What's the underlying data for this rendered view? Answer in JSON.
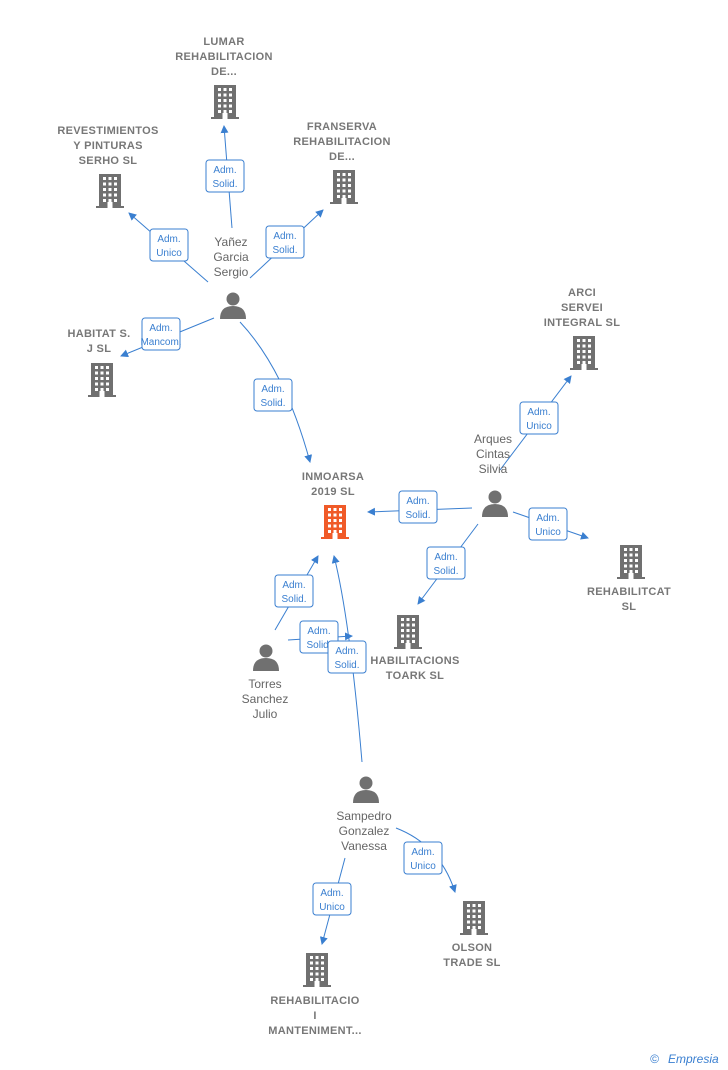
{
  "colors": {
    "edge": "#3a7fd0",
    "building": "#707070",
    "focus_building": "#f05a28",
    "person": "#707070"
  },
  "icons": {
    "company": "building-icon",
    "person": "person-icon"
  },
  "focus": {
    "lines": [
      "INMOARSA",
      "2019  SL"
    ]
  },
  "companies": [
    {
      "id": "lumar",
      "lines": [
        "LUMAR",
        "REHABILITACION",
        "DE..."
      ]
    },
    {
      "id": "revestimientos",
      "lines": [
        "REVESTIMIENTOS",
        "Y PINTURAS",
        "SERHO  SL"
      ]
    },
    {
      "id": "franserva",
      "lines": [
        "FRANSERVA",
        "REHABILITACION",
        "DE..."
      ]
    },
    {
      "id": "habitat",
      "lines": [
        "HABITAT S.",
        "J  SL"
      ]
    },
    {
      "id": "arci",
      "lines": [
        "ARCI",
        "SERVEI",
        "INTEGRAL SL"
      ]
    },
    {
      "id": "rehabilitcat",
      "lines": [
        "REHABILITCAT",
        "SL"
      ]
    },
    {
      "id": "toark",
      "lines": [
        "HABILITACIONS",
        "TOARK  SL"
      ]
    },
    {
      "id": "olson",
      "lines": [
        "OLSON",
        "TRADE  SL"
      ]
    },
    {
      "id": "rehabilitacio",
      "lines": [
        "REHABILITACIO",
        "I",
        "MANTENIMENT..."
      ]
    }
  ],
  "persons": [
    {
      "id": "yanez",
      "lines": [
        "Yañez",
        "Garcia",
        "Sergio"
      ]
    },
    {
      "id": "arques",
      "lines": [
        "Arques",
        "Cintas",
        "Silvia"
      ]
    },
    {
      "id": "torres",
      "lines": [
        "Torres",
        "Sanchez",
        "Julio"
      ]
    },
    {
      "id": "sampedro",
      "lines": [
        "Sampedro",
        "Gonzalez",
        "Vanessa"
      ]
    }
  ],
  "edges": [
    {
      "id": "yanez-lumar",
      "role": [
        "Adm.",
        "Solid."
      ]
    },
    {
      "id": "yanez-revest",
      "role": [
        "Adm.",
        "Unico"
      ]
    },
    {
      "id": "yanez-franserva",
      "role": [
        "Adm.",
        "Solid."
      ]
    },
    {
      "id": "yanez-habitat",
      "role": [
        "Adm.",
        "Mancom."
      ]
    },
    {
      "id": "yanez-focus",
      "role": [
        "Adm.",
        "Solid."
      ]
    },
    {
      "id": "arques-arci",
      "role": [
        "Adm.",
        "Unico"
      ]
    },
    {
      "id": "arques-focus",
      "role": [
        "Adm.",
        "Solid."
      ]
    },
    {
      "id": "arques-rehabilitcat",
      "role": [
        "Adm.",
        "Unico"
      ]
    },
    {
      "id": "arques-toark",
      "role": [
        "Adm.",
        "Solid."
      ]
    },
    {
      "id": "torres-focus",
      "role": [
        "Adm.",
        "Solid."
      ]
    },
    {
      "id": "torres-toark",
      "role": [
        "Adm.",
        "Solid."
      ]
    },
    {
      "id": "sampedro-focus",
      "role": [
        "Adm.",
        "Solid."
      ]
    },
    {
      "id": "sampedro-olson",
      "role": [
        "Adm.",
        "Unico"
      ]
    },
    {
      "id": "sampedro-rehabilitacio",
      "role": [
        "Adm.",
        "Unico"
      ]
    }
  ],
  "footer": {
    "copyright": "©",
    "brand": "Empresia"
  }
}
